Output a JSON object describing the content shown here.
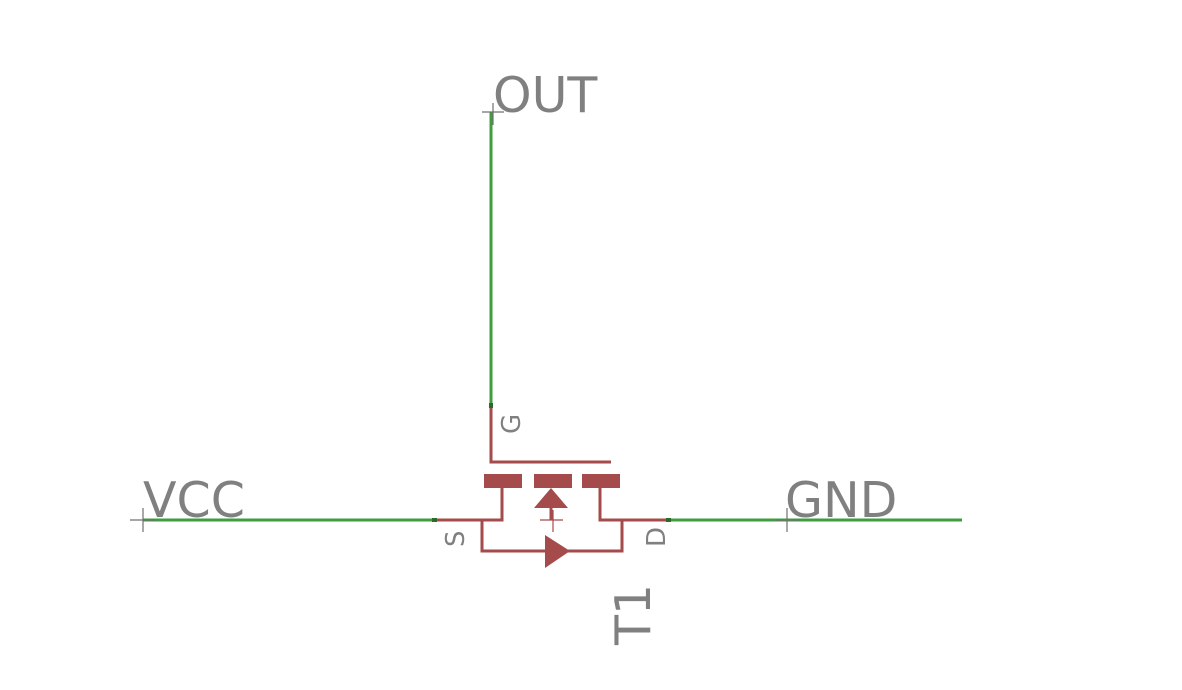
{
  "schematic": {
    "colors": {
      "net": "#3f9c3f",
      "symbol": "#a64b4b",
      "text": "#808080",
      "background": "#ffffff"
    },
    "net_labels": {
      "out": "OUT",
      "vcc": "VCC",
      "gnd": "GND"
    },
    "component": {
      "name": "T1",
      "type": "MOSFET",
      "pins": {
        "gate": "G",
        "source": "S",
        "drain": "D"
      }
    }
  }
}
